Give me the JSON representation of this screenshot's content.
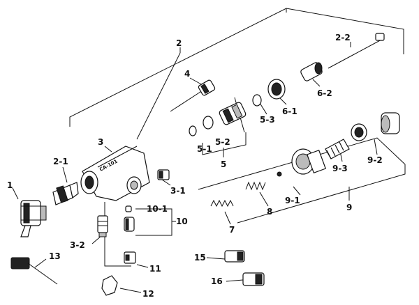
{
  "diagram": {
    "labels": {
      "l1": "1",
      "l2": "2",
      "l2_1": "2-1",
      "l2_2": "2-2",
      "l3": "3",
      "l3_1": "3-1",
      "l3_2": "3-2",
      "l4": "4",
      "l5": "5",
      "l5_1": "5-1",
      "l5_2": "5-2",
      "l5_3": "5-3",
      "l6_1": "6-1",
      "l6_2": "6-2",
      "l7": "7",
      "l8": "8",
      "l9": "9",
      "l9_1": "9-1",
      "l9_2": "9-2",
      "l9_3": "9-3",
      "l10": "10",
      "l10_1": "10-1",
      "l11": "11",
      "l12": "12",
      "l13": "13",
      "l15": "15",
      "l16": "16"
    },
    "body_marking": "CA-101"
  }
}
